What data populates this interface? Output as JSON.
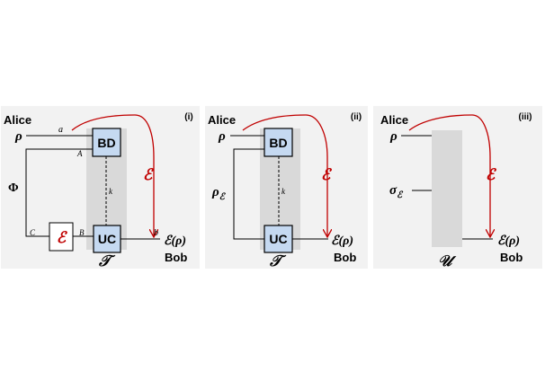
{
  "colors": {
    "panel_bg": "#f2f2f2",
    "channel_band": "#d9d9d9",
    "box_fill": "#c5d9f1",
    "arrow_red": "#c00000",
    "wire": "#000000"
  },
  "panels": [
    {
      "tag": "(i)",
      "alice": "Alice",
      "bob": "Bob",
      "input_state": "ρ",
      "resource_state": "Φ",
      "output_state": "ℰ(ρ)",
      "channel_label": "ℰ",
      "box_channel_label": "ℰ",
      "device_label": "𝒯",
      "bd_label": "BD",
      "uc_label": "UC",
      "wire_a": "a",
      "wire_A": "A",
      "wire_C": "C",
      "wire_B": "B",
      "wire_b": "b",
      "wire_k": "k"
    },
    {
      "tag": "(ii)",
      "alice": "Alice",
      "bob": "Bob",
      "input_state": "ρ",
      "resource_state_base": "ρ",
      "resource_state_sub": "ℰ",
      "output_state": "ℰ(ρ)",
      "channel_label": "ℰ",
      "device_label": "𝒯",
      "bd_label": "BD",
      "uc_label": "UC",
      "wire_k": "k"
    },
    {
      "tag": "(iii)",
      "alice": "Alice",
      "bob": "Bob",
      "input_state": "ρ",
      "resource_state_base": "σ",
      "resource_state_sub": "ℰ",
      "output_state": "ℰ(ρ)",
      "channel_label": "ℰ",
      "device_label": "𝒰"
    }
  ]
}
